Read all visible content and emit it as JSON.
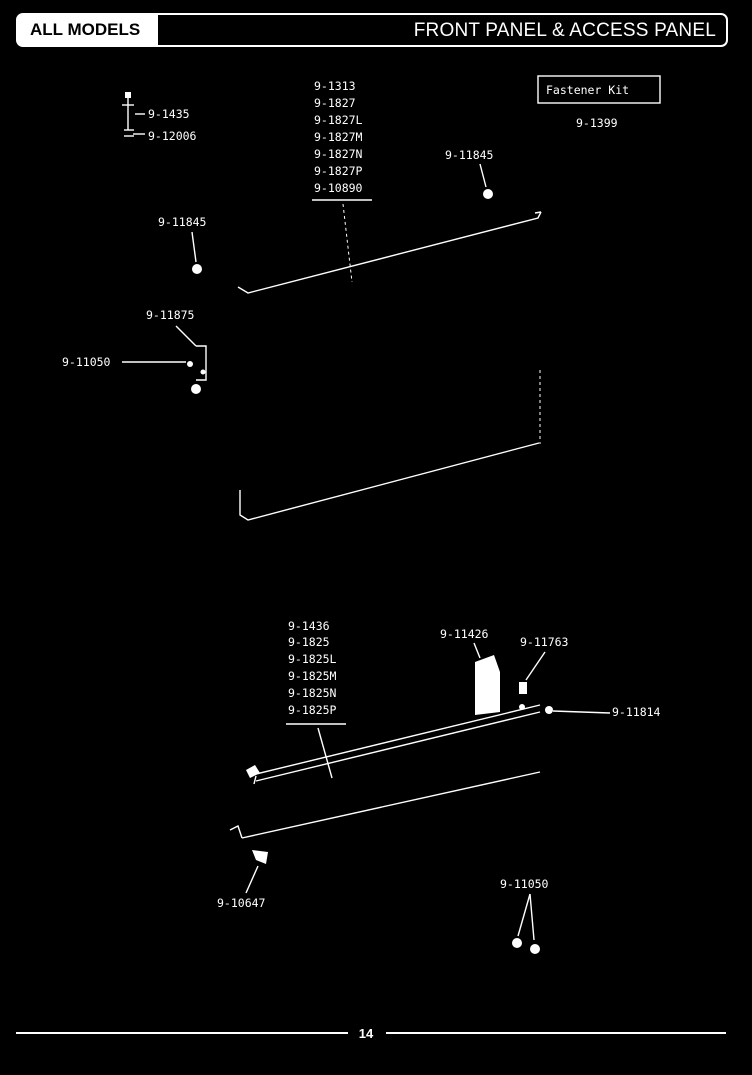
{
  "header": {
    "left_title": "ALL MODELS",
    "right_title": "FRONT PANEL & ACCESS PANEL"
  },
  "kit": {
    "label": "Fastener Kit",
    "part": "9-1399"
  },
  "labels": {
    "top_left_a": "9-1435",
    "top_left_b": "9-12006",
    "front_group": [
      "9-1313",
      "9-1827",
      "9-1827L",
      "9-1827M",
      "9-1827N",
      "9-1827P",
      "9-10890"
    ],
    "right_screw": "9-11845",
    "left_screw": "9-11845",
    "bracket": "9-11875",
    "bracket_screw": "9-11050",
    "access_group": [
      "9-1436",
      "9-1825",
      "9-1825L",
      "9-1825M",
      "9-1825N",
      "9-1825P"
    ],
    "insulation": "9-11426",
    "clip": "9-11763",
    "right_fastener": "9-11814",
    "bottom_left": "9-10647",
    "bottom_screws": "9-11050"
  },
  "footer": {
    "page_number": "14"
  }
}
